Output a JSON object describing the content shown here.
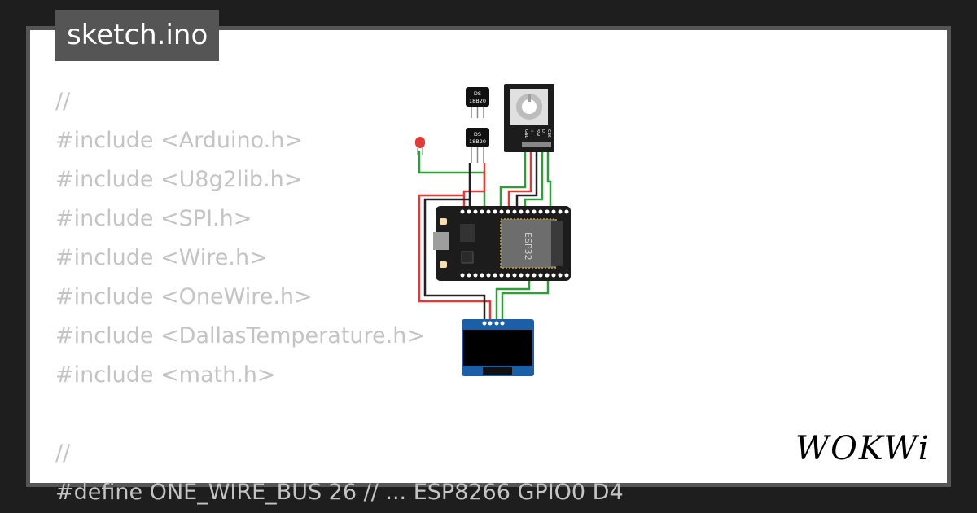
{
  "tab": {
    "title": "sketch.ino"
  },
  "code": {
    "lines": [
      "//",
      "#include <Arduino.h>",
      "#include <U8g2lib.h>",
      "#include <SPI.h>",
      "#include <Wire.h>",
      "#include <OneWire.h>",
      "#include <DallasTemperature.h>",
      "#include <math.h>",
      "",
      "//",
      "#define ONE_WIRE_BUS 26 // ... ESP8266 GPIO0 D4"
    ]
  },
  "diagram": {
    "sensor1_label_line1": "DS",
    "sensor1_label_line2": "18B20",
    "sensor2_label_line1": "DS",
    "sensor2_label_line2": "18B20",
    "encoder_pins": [
      "CLK",
      "DT",
      "SW",
      "+",
      "GND"
    ],
    "mcu_label": "ESP32"
  },
  "brand": {
    "logo": "WOKWi"
  },
  "colors": {
    "background": "#1e1e1e",
    "frame": "#555555",
    "code_text": "#c4c4c4",
    "wire_red": "#e53935",
    "wire_green": "#2e9e36",
    "wire_black": "#222222",
    "oled_board": "#1a5fa8",
    "esp_board": "#1c1c1c"
  }
}
